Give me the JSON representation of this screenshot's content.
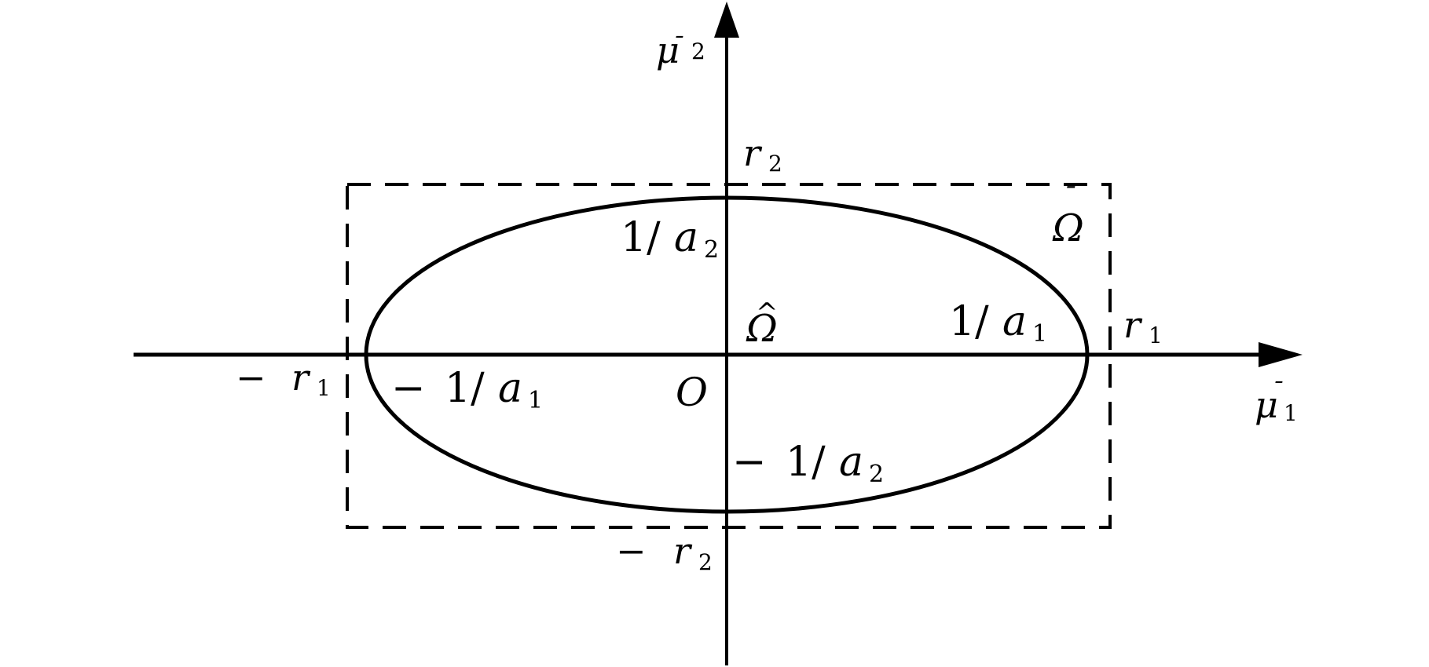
{
  "colors": {
    "background": "#ffffff",
    "ink": "#000000"
  },
  "axes": {
    "horizontal": {
      "symbol": "μ",
      "accent": "¯",
      "subscript": "1"
    },
    "vertical": {
      "symbol": "μ",
      "accent": "¯",
      "subscript": "2"
    },
    "origin": "O"
  },
  "regions": {
    "rectangle": {
      "symbol": "Ω",
      "accent": "¯",
      "style": "dashed"
    },
    "ellipse": {
      "symbol": "Ω",
      "accent": "^",
      "style": "solid"
    }
  },
  "labels": {
    "r2_top": {
      "symbol": "r",
      "subscript": "2"
    },
    "r2_bottom": {
      "sign": "−",
      "symbol": "r",
      "subscript": "2"
    },
    "r1_right": {
      "symbol": "r",
      "subscript": "1"
    },
    "r1_left": {
      "sign": "−",
      "symbol": "r",
      "subscript": "1"
    },
    "a2_top": {
      "numerator": "1/",
      "symbol": "a",
      "subscript": "2"
    },
    "a2_bottom": {
      "sign": "−",
      "numerator": "1/",
      "symbol": "a",
      "subscript": "2"
    },
    "a1_right": {
      "numerator": "1/",
      "symbol": "a",
      "subscript": "1"
    },
    "a1_left": {
      "sign": "−",
      "numerator": "1/",
      "symbol": "a",
      "subscript": "1"
    }
  }
}
